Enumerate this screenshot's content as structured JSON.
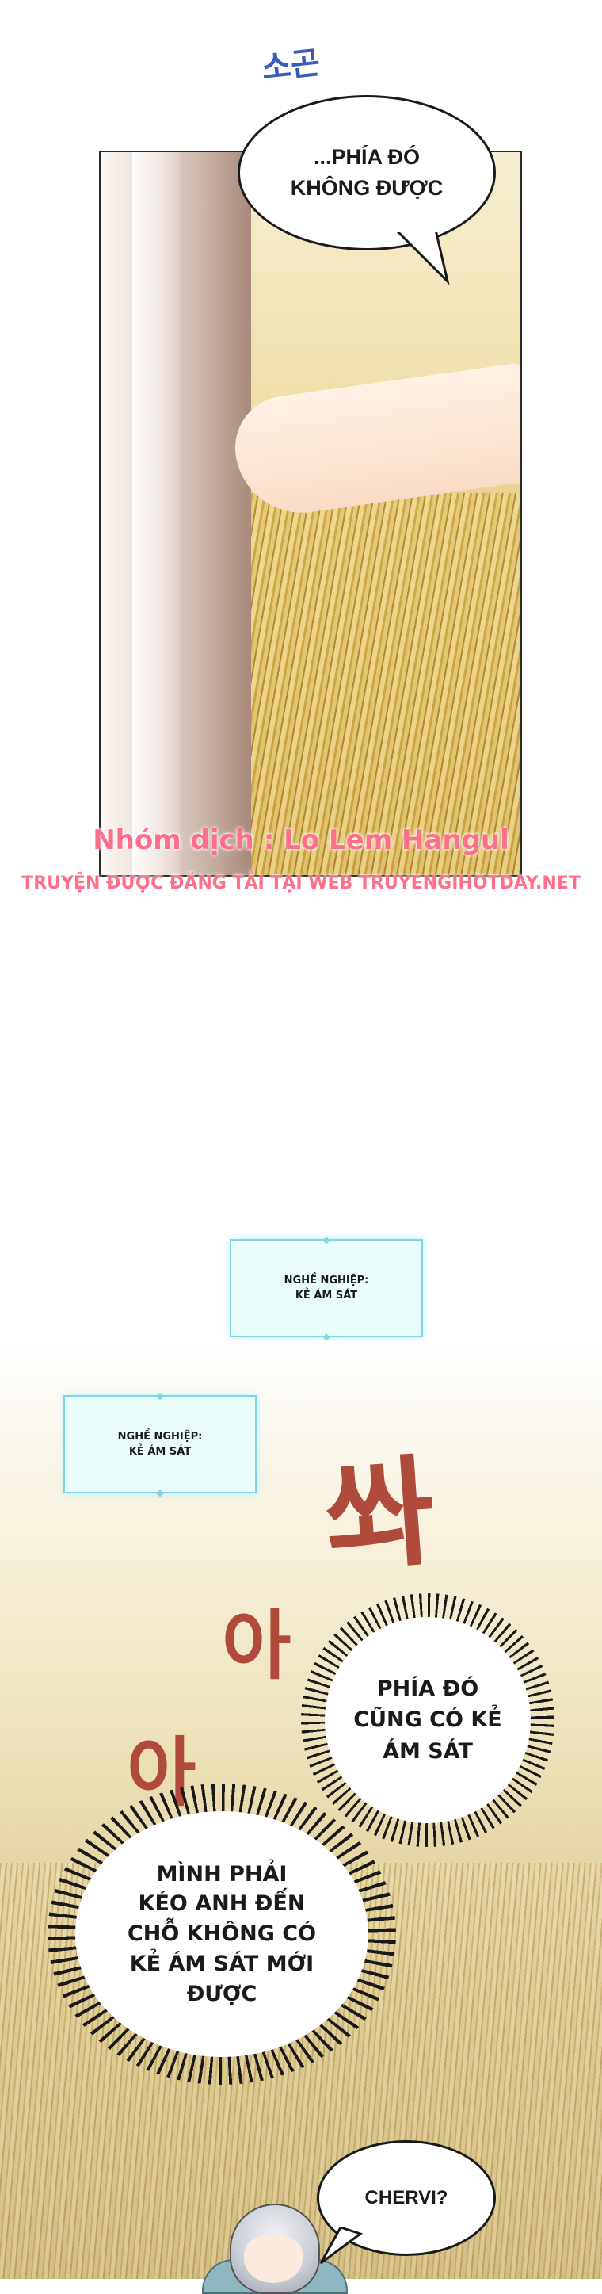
{
  "panel1": {
    "sfx": "소곤",
    "bubble_text": "...PHÍA ĐÓ\nKHÔNG ĐƯỢC"
  },
  "credits": {
    "line1": "Nhóm dịch : Lo Lem Hangul",
    "line2": "TRUYỆN ĐƯỢC ĐĂNG TẢI TẠI WEB TRUYENGIHOTDAY.NET"
  },
  "job_boxes": [
    {
      "label": "NGHỀ NGHIỆP:",
      "value": "KẺ ÁM SÁT"
    },
    {
      "label": "NGHỀ NGHIỆP:",
      "value": "KẺ ÁM SÁT"
    }
  ],
  "sfx": {
    "sa": "쏴",
    "a1": "아",
    "a2": "아"
  },
  "thoughts": {
    "thought1": "PHÍA ĐÓ\nCŨNG CÓ KẺ\nÁM SÁT",
    "thought2": "MÌNH PHẢI\nKÉO ANH ĐẾN\nCHỖ KHÔNG CÓ\nKẺ ÁM SÁT MỚI\nĐƯỢC"
  },
  "bubble_last": "CHERVI?"
}
